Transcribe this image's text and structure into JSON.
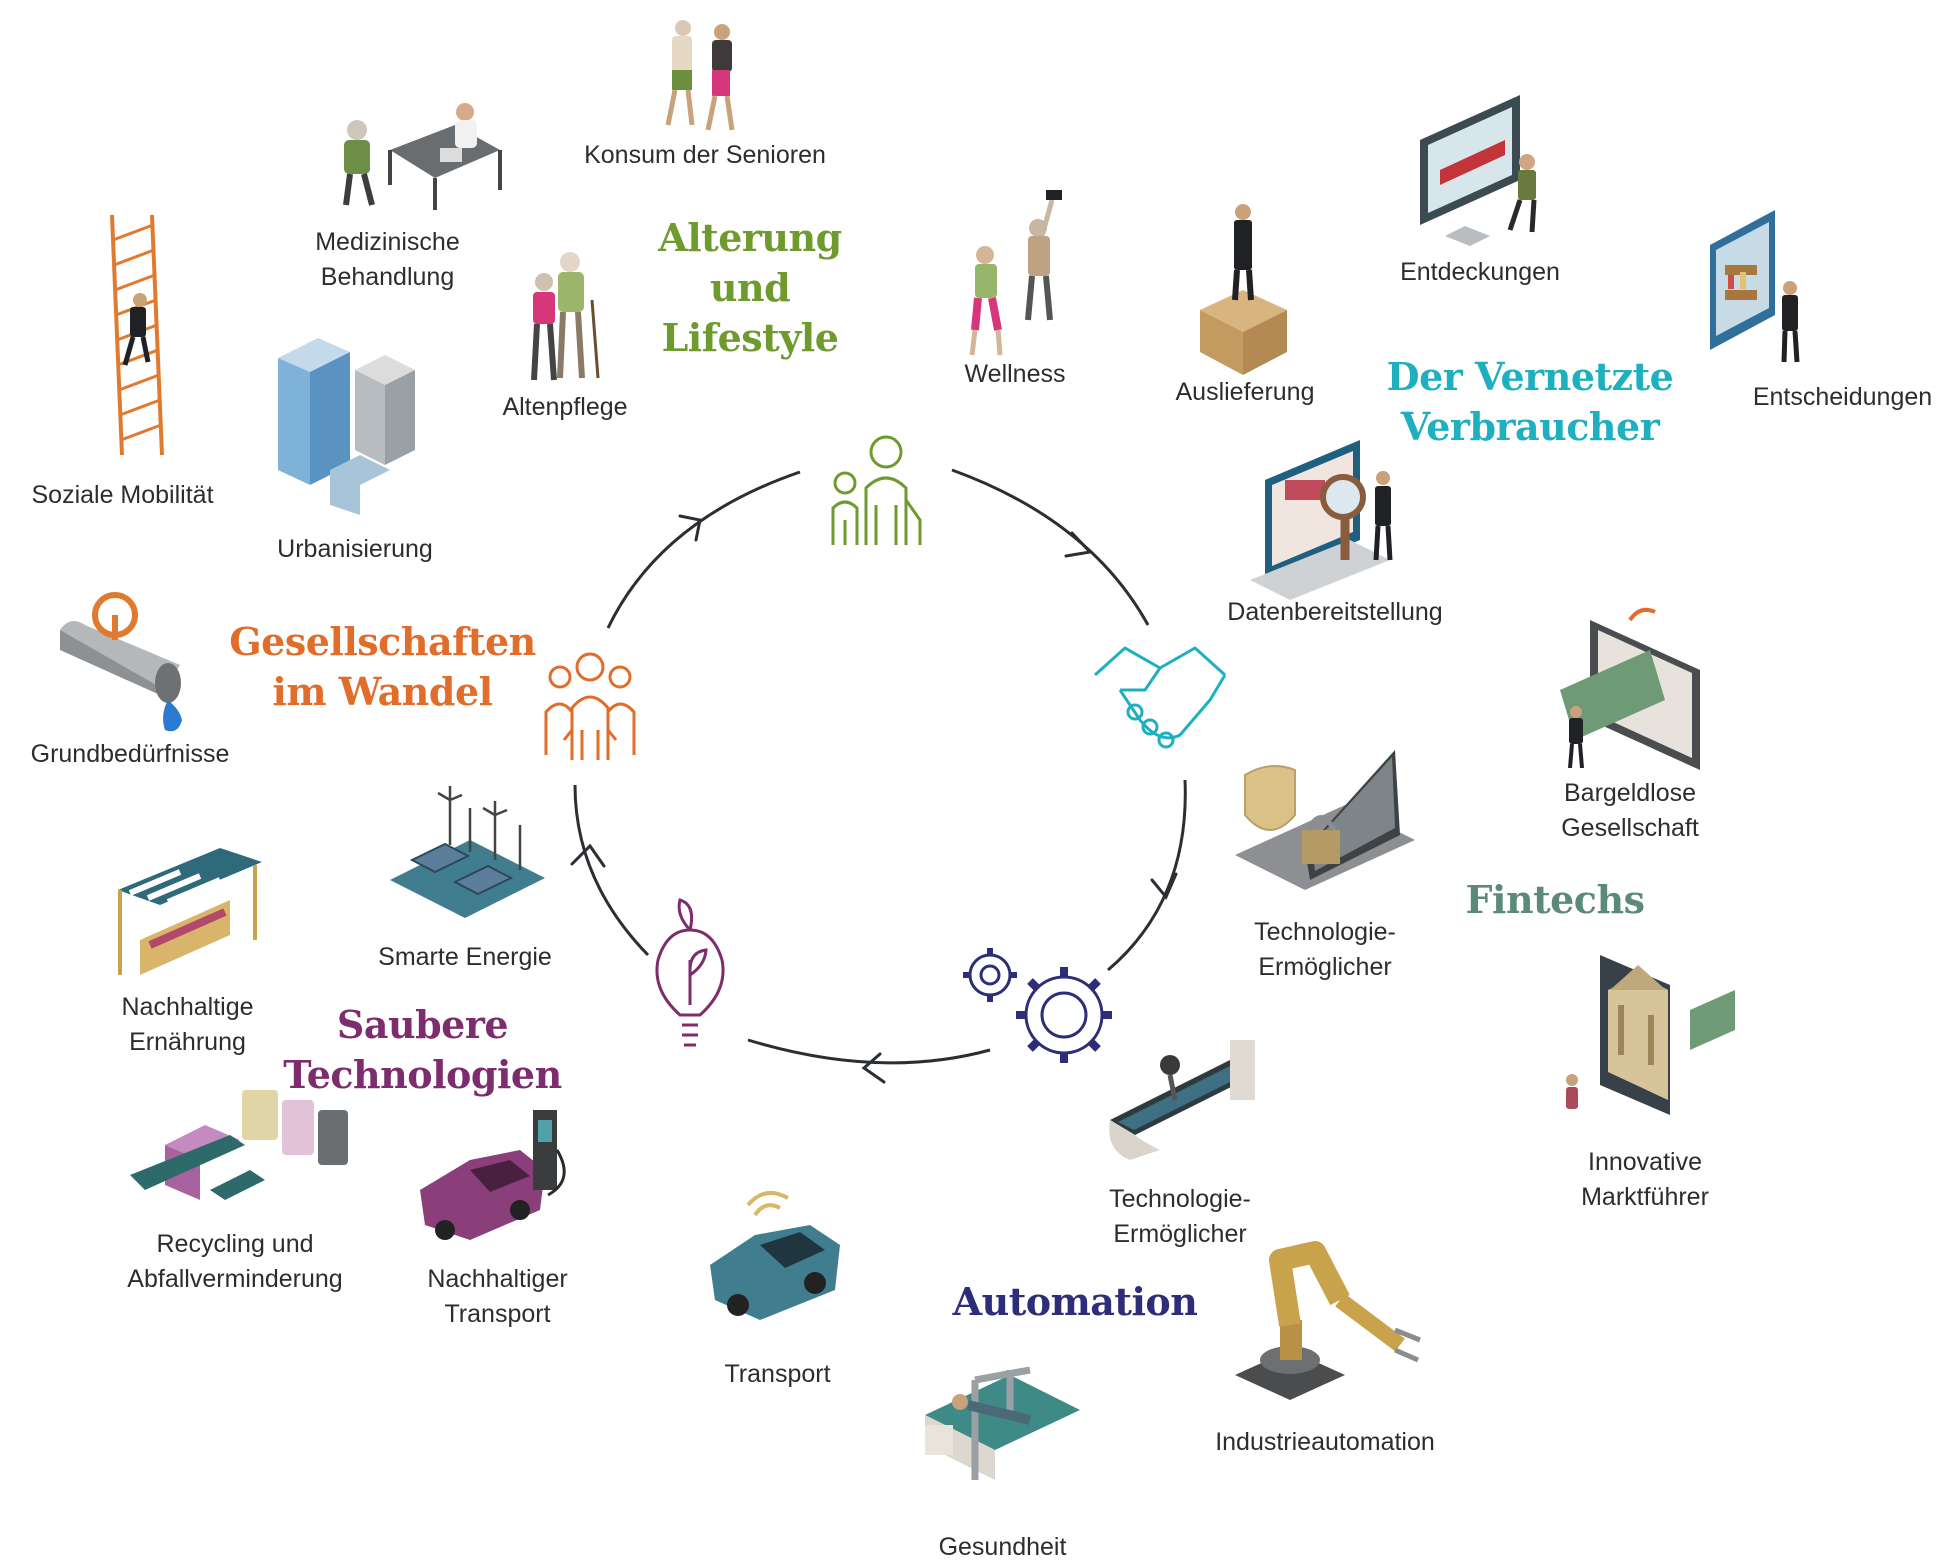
{
  "headings": {
    "aging": {
      "text": "Alterung\nund\nLifestyle",
      "color": "#6e9a2e"
    },
    "connected": {
      "text": "Der Vernetzte\nVerbraucher",
      "color": "#1fb0c0"
    },
    "fintech": {
      "text": "Fintechs",
      "color": "#5b8a7a"
    },
    "automation": {
      "text": "Automation",
      "color": "#2d2d7a"
    },
    "cleantech": {
      "text": "Saubere\nTechnologien",
      "color": "#7d2c6e"
    },
    "society": {
      "text": "Gesellschaften\nim Wandel",
      "color": "#e06d2a"
    }
  },
  "labels": {
    "konsum": "Konsum der Senioren",
    "medizinisch": "Medizinische\nBehandlung",
    "altenpflege": "Altenpflege",
    "wellness": "Wellness",
    "auslieferung": "Auslieferung",
    "entdeckungen": "Entdeckungen",
    "entscheidungen": "Entscheidungen",
    "datenbereitstellung": "Datenbereitstellung",
    "bargeldlos": "Bargeldlose\nGesellschaft",
    "technologie1": "Technologie-\nErmöglicher",
    "innovative": "Innovative\nMarktführer",
    "technologie2": "Technologie-\nErmöglicher",
    "industrieautomation": "Industrieautomation",
    "gesundheit": "Gesundheit",
    "transport": "Transport",
    "nachh_transport": "Nachhaltiger\nTransport",
    "recycling": "Recycling und\nAbfallverminderung",
    "nachh_ernaehrung": "Nachhaltige\nErnährung",
    "smarte_energie": "Smarte Energie",
    "grundbeduerfnisse": "Grundbedürfnisse",
    "urbanisierung": "Urbanisierung",
    "soziale_mobilitaet": "Soziale Mobilität"
  },
  "colors": {
    "aging": "#6e9a2e",
    "connected": "#1fb0c0",
    "fintech": "#5b8a7a",
    "automation": "#2d2d7a",
    "cleantech": "#7d2c6e",
    "society": "#e06d2a",
    "cycle_line": "#2b2f33"
  },
  "icons": {
    "cycle": [
      "family-icon",
      "handshake-icon",
      "gears-icon",
      "lightbulb-leaf-icon",
      "people-group-icon"
    ],
    "illustrations": [
      "seniors-walking-icon",
      "doctor-desk-icon",
      "elderly-care-icon",
      "fitness-seniors-icon",
      "delivery-box-icon",
      "monitor-ad-icon",
      "e-store-tablet-icon",
      "data-magnifier-icon",
      "card-tablet-icon",
      "shield-laptop-icon",
      "bank-phone-icon",
      "robot-conveyor-icon",
      "robot-arm-icon",
      "medical-scanner-icon",
      "connected-car-icon",
      "ev-charger-car-icon",
      "recycling-bins-icon",
      "market-stall-icon",
      "solar-wind-icon",
      "water-pipe-icon",
      "office-towers-icon",
      "ladder-climber-icon"
    ]
  }
}
